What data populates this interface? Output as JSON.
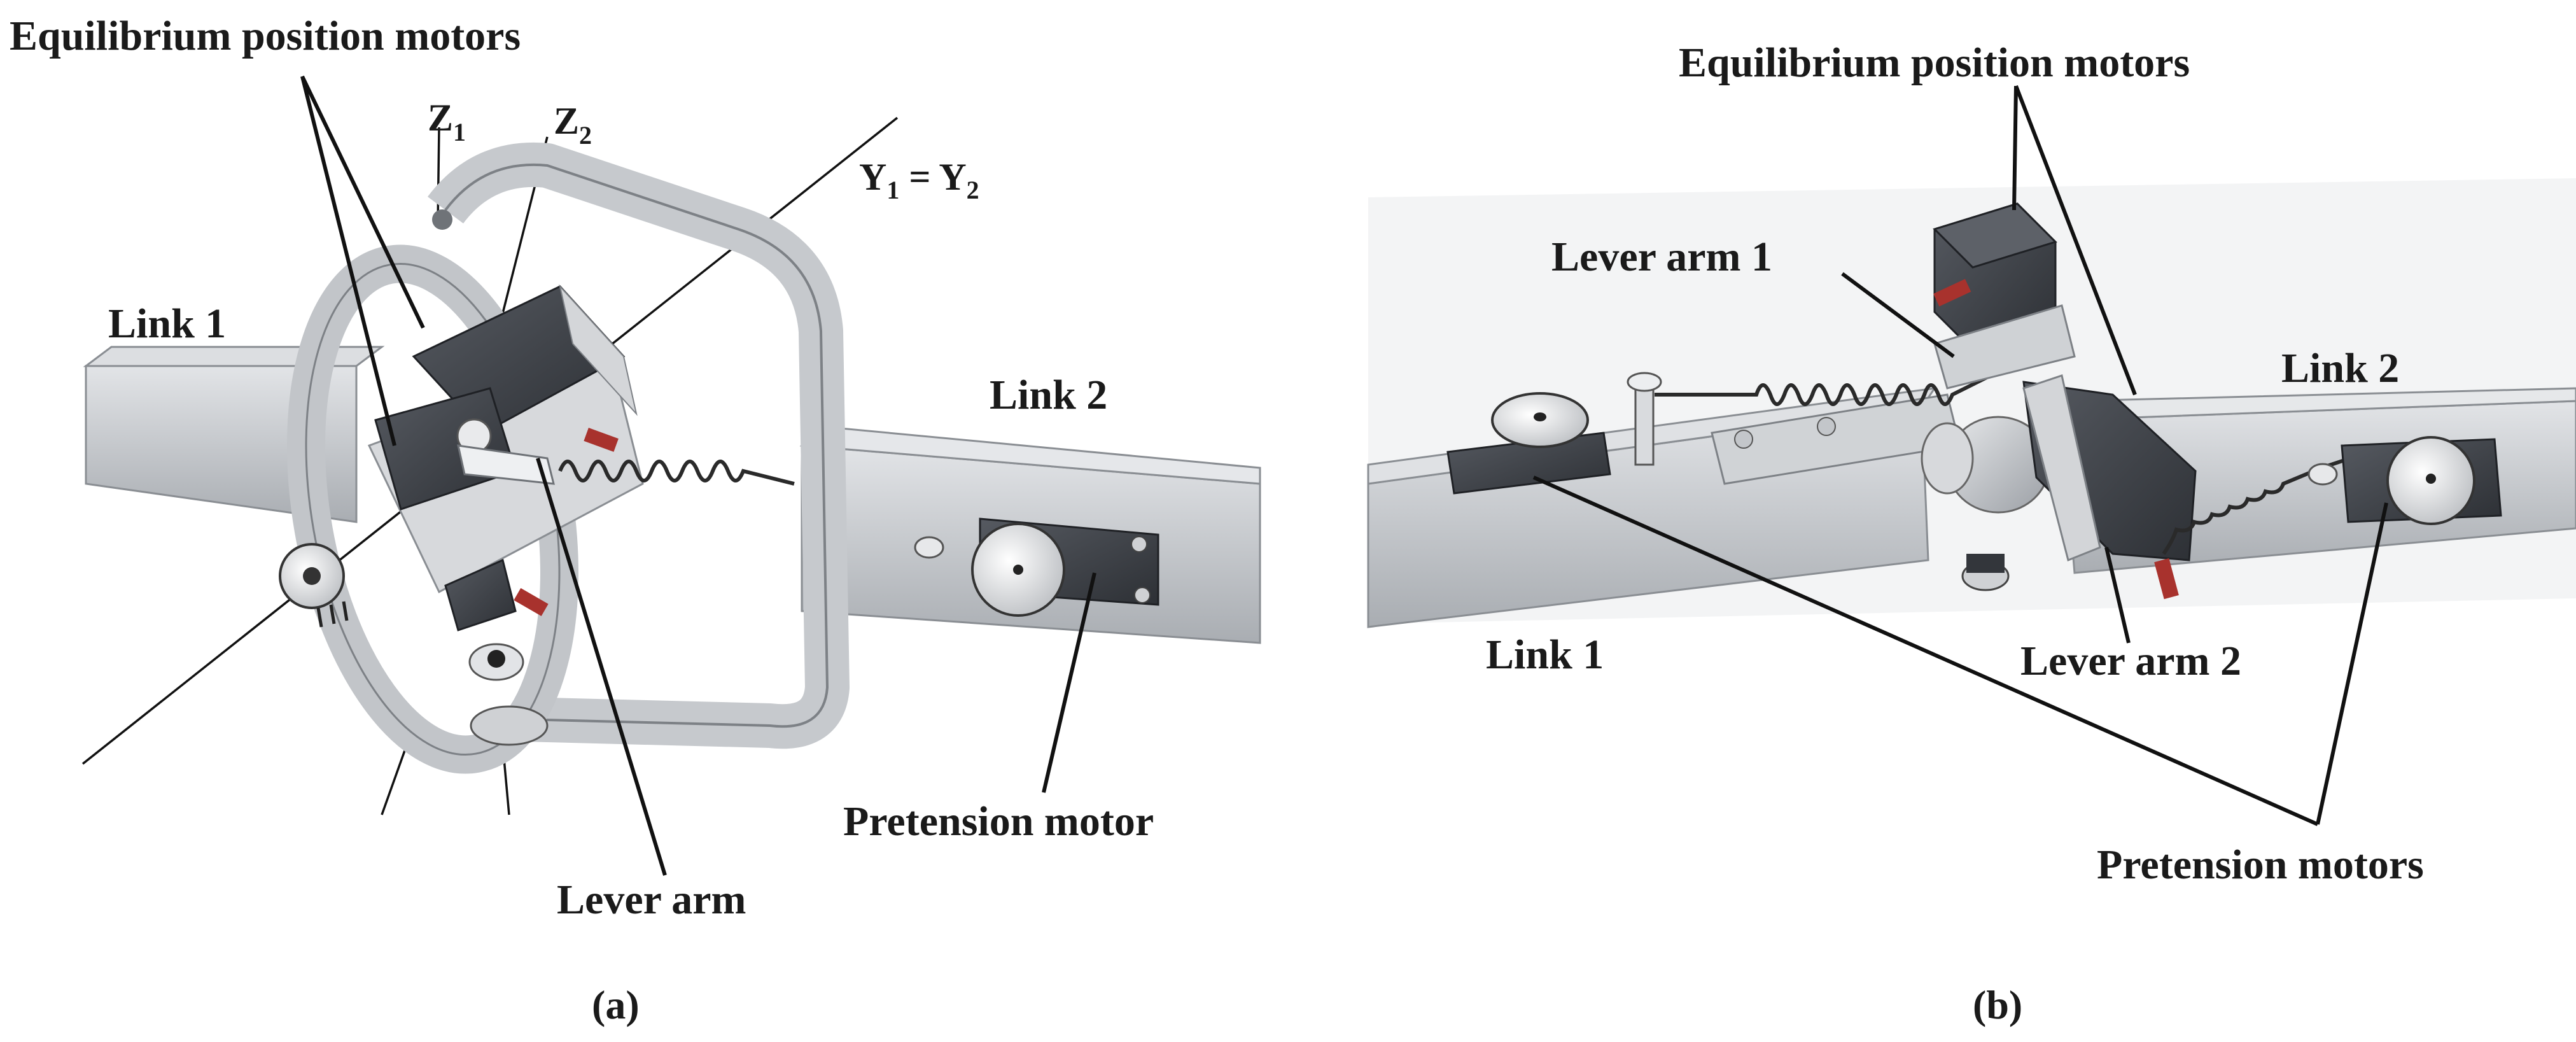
{
  "figure": {
    "panel_a": {
      "label": "(a)",
      "equilibrium_motors_label": "Equilibrium position motors",
      "link1_label": "Link 1",
      "link2_label": "Link 2",
      "lever_arm_label": "Lever arm",
      "pretension_motor_label": "Pretension motor",
      "axis_z1": {
        "main": "Z",
        "sub": "1"
      },
      "axis_z2": {
        "main": "Z",
        "sub": "2"
      },
      "axis_y": {
        "main1": "Y",
        "sub1": "1",
        "eq": " = ",
        "main2": "Y",
        "sub2": "2"
      }
    },
    "panel_b": {
      "label": "(b)",
      "equilibrium_motors_label": "Equilibrium position motors",
      "lever_arm1_label": "Lever arm 1",
      "lever_arm2_label": "Lever arm 2",
      "link1_label": "Link 1",
      "link2_label": "Link 2",
      "pretension_motors_label": "Pretension motors"
    },
    "colors": {
      "metal_light": "#d4d6d9",
      "metal_mid": "#b4b7bb",
      "metal_dark": "#8e9297",
      "servo_dark": "#3b3e44",
      "spring_red": "#a8322d",
      "line": "#111111"
    }
  }
}
